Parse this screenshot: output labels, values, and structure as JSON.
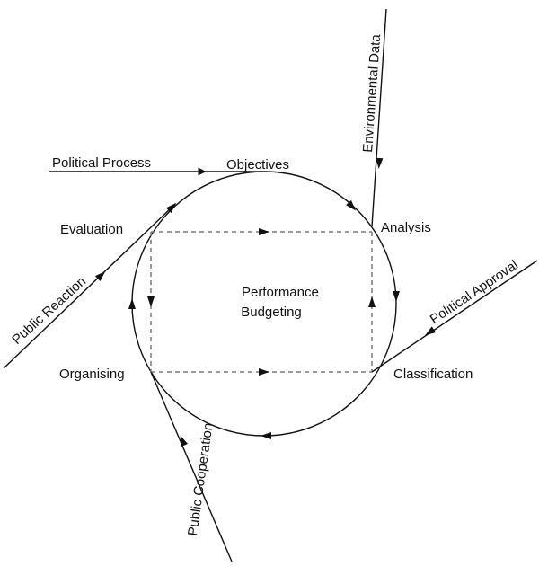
{
  "diagram": {
    "center_label": [
      "Performance",
      "Budgeting"
    ],
    "stages": {
      "objectives": "Objectives",
      "analysis": "Analysis",
      "classification": "Classification",
      "organising": "Organising",
      "evaluation": "Evaluation"
    },
    "inputs": {
      "political_process": "Political Process",
      "environmental_data": "Environmental Data",
      "political_approval": "Political Approval",
      "public_cooperation": "Public Cooperation",
      "public_reaction": "Public Reaction"
    }
  }
}
